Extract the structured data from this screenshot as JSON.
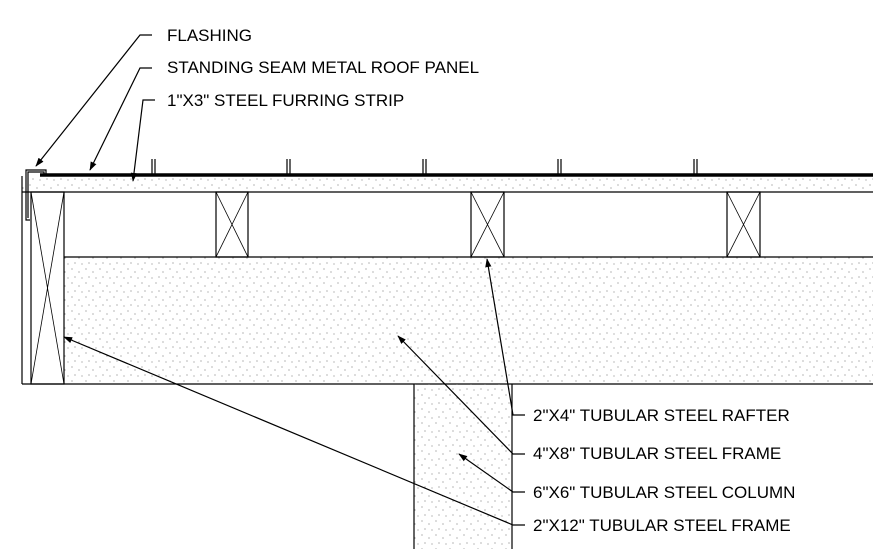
{
  "labels": {
    "flashing": "FLASHING",
    "roof_panel": "STANDING SEAM METAL ROOF PANEL",
    "furring_strip": "1\"X3\" STEEL FURRING STRIP",
    "rafter": "2\"X4\" TUBULAR STEEL RAFTER",
    "frame_4x8": "4\"X8\" TUBULAR STEEL FRAME",
    "column": "6\"X6\" TUBULAR STEEL COLUMN",
    "frame_2x12": "2\"X12\" TUBULAR STEEL FRAME"
  }
}
